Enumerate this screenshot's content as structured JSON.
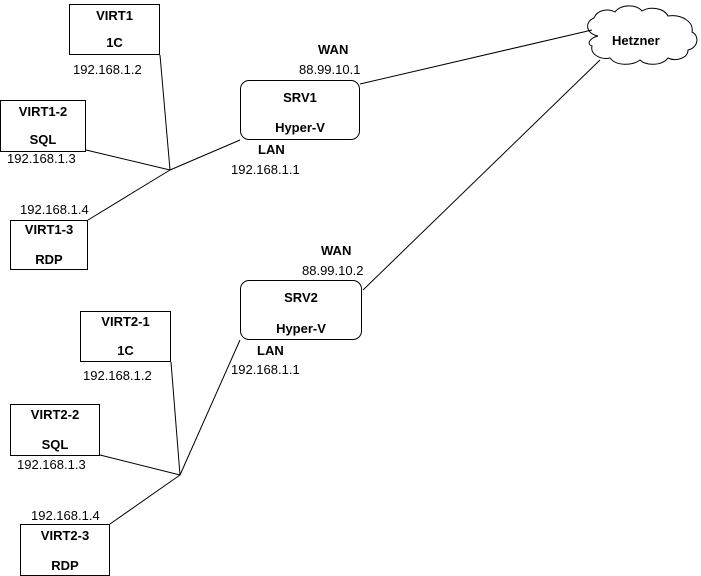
{
  "cloud": {
    "label": "Hetzner"
  },
  "site1": {
    "server": {
      "name": "SRV1",
      "role": "Hyper-V",
      "wan_label": "WAN",
      "wan_ip": "88.99.10.1",
      "lan_label": "LAN",
      "lan_ip": "192.168.1.1"
    },
    "vms": [
      {
        "name": "VIRT1",
        "role": "1C",
        "ip": "192.168.1.2"
      },
      {
        "name": "VIRT1-2",
        "role": "SQL",
        "ip": "192.168.1.3"
      },
      {
        "name": "VIRT1-3",
        "role": "RDP",
        "ip": "192.168.1.4"
      }
    ]
  },
  "site2": {
    "server": {
      "name": "SRV2",
      "role": "Hyper-V",
      "wan_label": "WAN",
      "wan_ip": "88.99.10.2",
      "lan_label": "LAN",
      "lan_ip": "192.168.1.1"
    },
    "vms": [
      {
        "name": "VIRT2-1",
        "role": "1C",
        "ip": "192.168.1.2"
      },
      {
        "name": "VIRT2-2",
        "role": "SQL",
        "ip": "192.168.1.3"
      },
      {
        "name": "VIRT2-3",
        "role": "RDP",
        "ip": "192.168.1.4"
      }
    ]
  }
}
